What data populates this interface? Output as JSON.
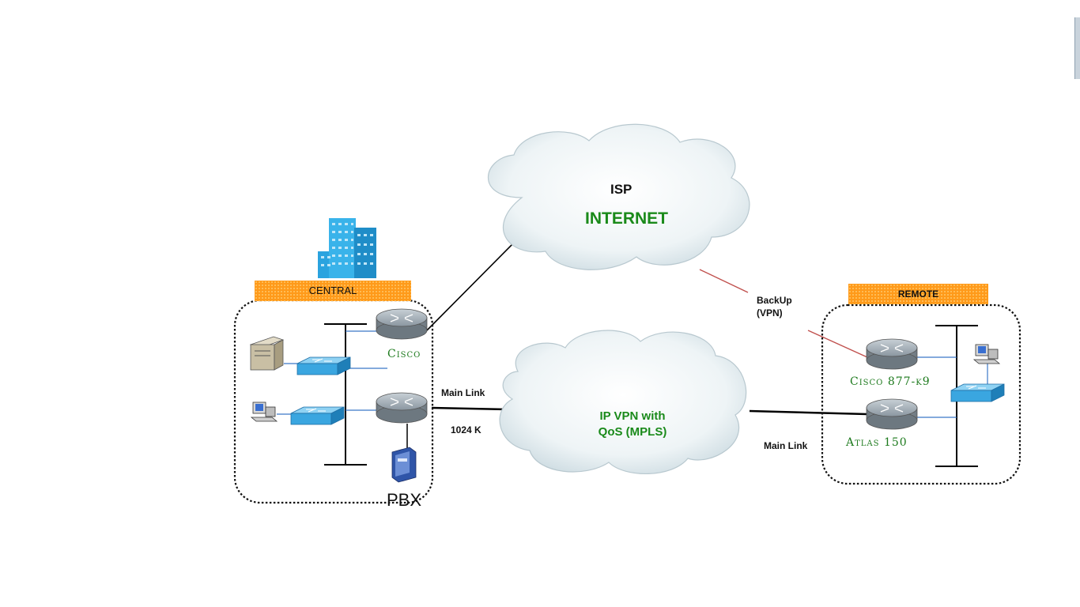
{
  "sites": {
    "central": {
      "label": "CENTRAL"
    },
    "remote": {
      "label": "REMOTE"
    }
  },
  "clouds": {
    "internet": {
      "title": "ISP",
      "subtitle": "INTERNET"
    },
    "vpn": {
      "line1": "IP VPN with",
      "line2": "QoS (MPLS)"
    }
  },
  "devices": {
    "central_router_label": "Cisco",
    "pbx_label": "PBX",
    "remote_router1_label": "Cisco 877-k9",
    "remote_router2_label": "Atlas 150"
  },
  "links": {
    "central_main_label": "Main Link",
    "central_speed": "1024 K",
    "remote_main_label": "Main Link",
    "backup_line1": "BackUp",
    "backup_line2": "(VPN)"
  },
  "colors": {
    "router": "#8a96a0",
    "switch": "#3aa6e0",
    "backup_line": "#c0504d",
    "label_green": "#1a8a1a",
    "banner": "#ff9a1a"
  }
}
